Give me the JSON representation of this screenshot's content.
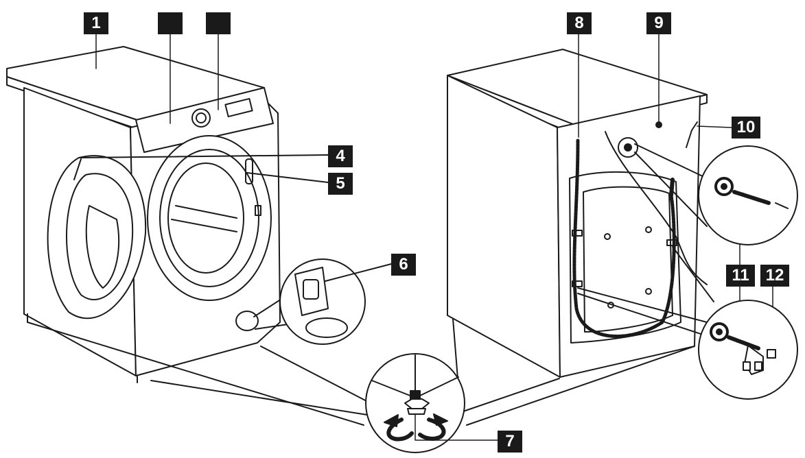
{
  "figure": {
    "colors": {
      "line": "#1a1a1a",
      "panel": "#ffffff",
      "label_bg": "#1a1a1a",
      "label_text": "#ffffff"
    },
    "callouts": [
      {
        "id": "1",
        "text": "1"
      },
      {
        "id": "2",
        "text": ""
      },
      {
        "id": "3",
        "text": ""
      },
      {
        "id": "4",
        "text": "4"
      },
      {
        "id": "5",
        "text": "5"
      },
      {
        "id": "6",
        "text": "6"
      },
      {
        "id": "7",
        "text": "7"
      },
      {
        "id": "8",
        "text": "8"
      },
      {
        "id": "9",
        "text": "9"
      },
      {
        "id": "10",
        "text": "10"
      },
      {
        "id": "11",
        "text": "11"
      },
      {
        "id": "12",
        "text": "12"
      }
    ],
    "icons": [
      "rotate-left-icon",
      "rotate-right-icon"
    ]
  }
}
